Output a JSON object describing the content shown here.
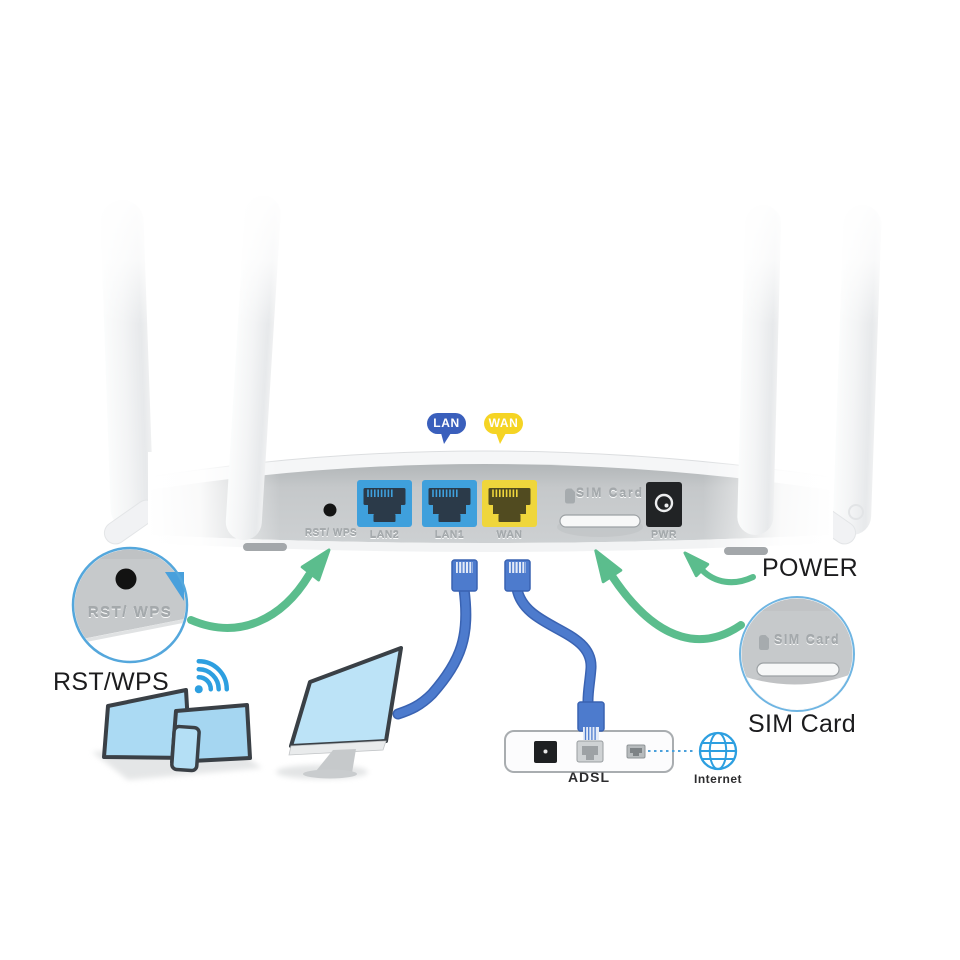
{
  "badges": {
    "lan": "LAN",
    "wan": "WAN"
  },
  "panel": {
    "rst": "RST/ WPS",
    "lan2": "LAN2",
    "lan1": "LAN1",
    "wan": "WAN",
    "sim": "SIM Card",
    "pwr": "PWR"
  },
  "callouts": {
    "rst_magnified": "RST/ WPS",
    "rst": "RST/WPS",
    "power": "POWER",
    "sim_magnified": "SIM Card",
    "sim": "SIM Card"
  },
  "modem": {
    "adsl": "ADSL",
    "internet": "Internet"
  },
  "icons": {
    "wifi-icon": "blue signal arcs",
    "internet-globe-icon": "blue globe grid",
    "sim-card-icon": "sim card outline",
    "magnifier-circle": "zoom callout circle"
  },
  "colors": {
    "lan_badge_blue": "#3A5FBC",
    "wan_badge_yellow": "#F5D424",
    "lan_port_blue": "#3FA0DC",
    "wan_port_yellow": "#EFD63C",
    "arrow_green": "#5BBD8D",
    "cable_blue": "#4D7BCD",
    "device_blue": "#ABDAF3",
    "wifi_blue": "#2D9FE0",
    "magnifier_ring_blue": "#54A7DC",
    "panel_gray": "#C8CBCD"
  }
}
